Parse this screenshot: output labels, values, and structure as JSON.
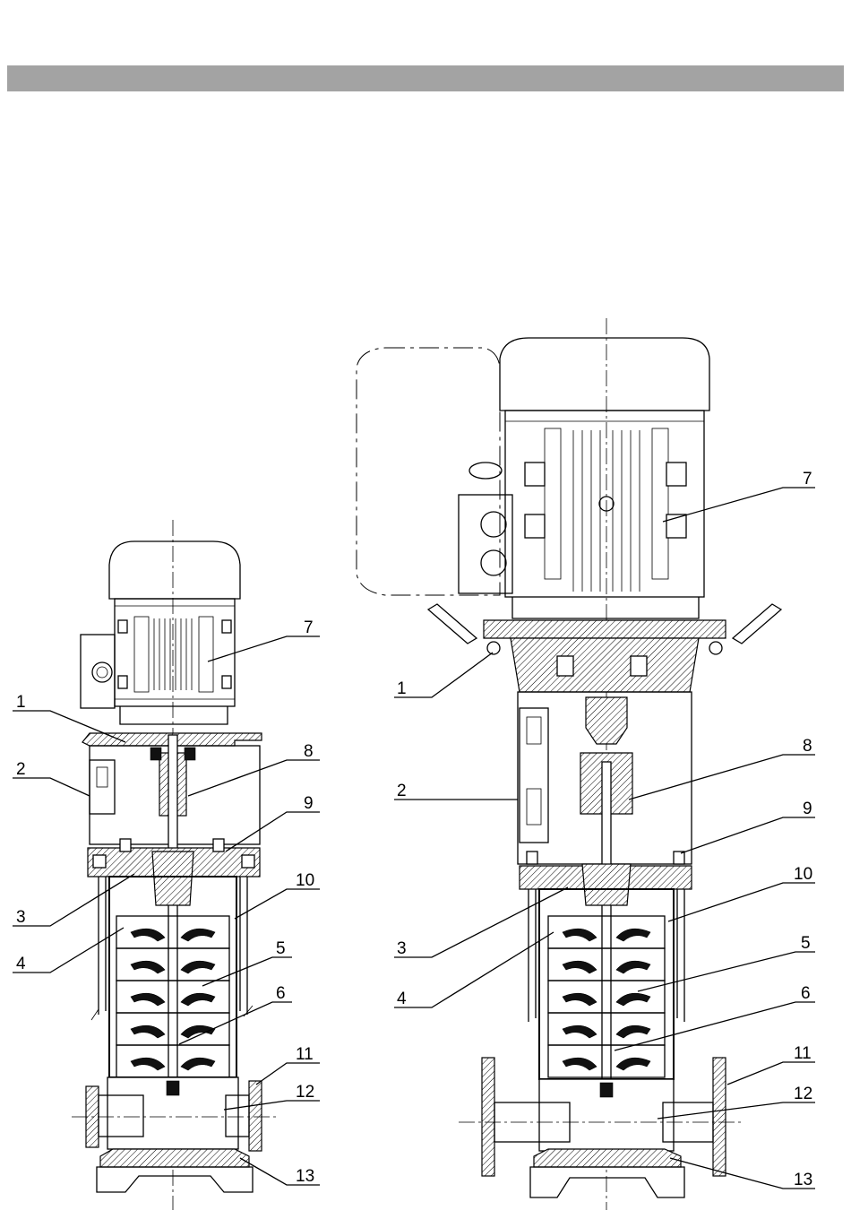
{
  "small_pump": {
    "callouts": [
      {
        "id": "s1",
        "label": "1"
      },
      {
        "id": "s2",
        "label": "2"
      },
      {
        "id": "s3",
        "label": "3"
      },
      {
        "id": "s4",
        "label": "4"
      },
      {
        "id": "s5",
        "label": "5"
      },
      {
        "id": "s6",
        "label": "6"
      },
      {
        "id": "s7",
        "label": "7"
      },
      {
        "id": "s8",
        "label": "8"
      },
      {
        "id": "s9",
        "label": "9"
      },
      {
        "id": "s10",
        "label": "10"
      },
      {
        "id": "s11",
        "label": "11"
      },
      {
        "id": "s12",
        "label": "12"
      },
      {
        "id": "s13",
        "label": "13"
      }
    ]
  },
  "large_pump": {
    "callouts": [
      {
        "id": "l1",
        "label": "1"
      },
      {
        "id": "l2",
        "label": "2"
      },
      {
        "id": "l3",
        "label": "3"
      },
      {
        "id": "l4",
        "label": "4"
      },
      {
        "id": "l5",
        "label": "5"
      },
      {
        "id": "l6",
        "label": "6"
      },
      {
        "id": "l7",
        "label": "7"
      },
      {
        "id": "l8",
        "label": "8"
      },
      {
        "id": "l9",
        "label": "9"
      },
      {
        "id": "l10",
        "label": "10"
      },
      {
        "id": "l11",
        "label": "11"
      },
      {
        "id": "l12",
        "label": "12"
      },
      {
        "id": "l13",
        "label": "13"
      }
    ]
  }
}
